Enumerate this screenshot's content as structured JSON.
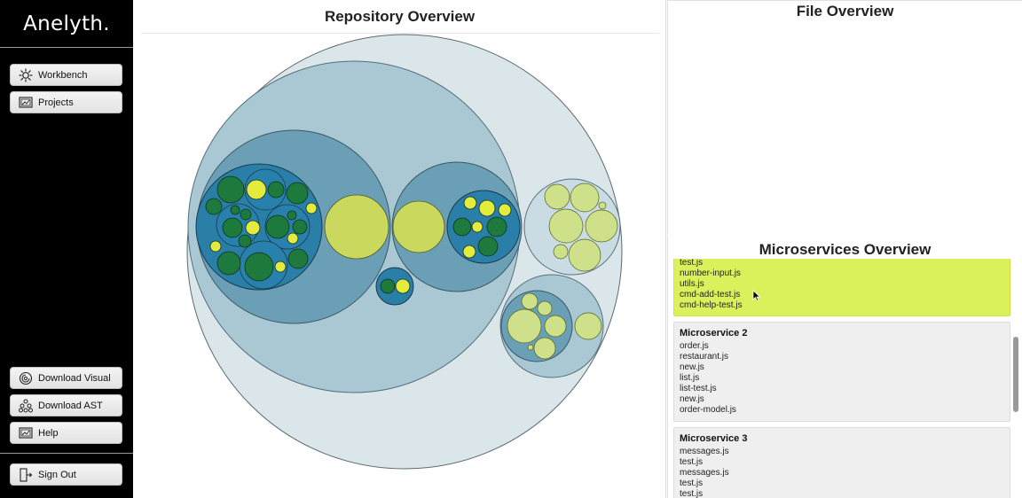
{
  "app": {
    "logo": "Anelyth."
  },
  "sidebar": {
    "top_items": [
      {
        "label": "Workbench",
        "icon": "workbench-icon"
      },
      {
        "label": "Projects",
        "icon": "projects-icon"
      }
    ],
    "bottom_items": [
      {
        "label": "Download Visual",
        "icon": "download-visual-icon"
      },
      {
        "label": "Download AST",
        "icon": "download-ast-icon"
      },
      {
        "label": "Help",
        "icon": "help-icon"
      }
    ],
    "signout": {
      "label": "Sign Out",
      "icon": "sign-out-icon"
    }
  },
  "repository": {
    "title": "Repository Overview"
  },
  "file_overview": {
    "title": "File Overview"
  },
  "microservices": {
    "title": "Microservices Overview",
    "items": [
      {
        "name": "",
        "highlighted": true,
        "files": [
          "test.js",
          "number-input.js",
          "utils.js",
          "cmd-add-test.js",
          "cmd-help-test.js"
        ]
      },
      {
        "name": "Microservice 2",
        "highlighted": false,
        "files": [
          "order.js",
          "restaurant.js",
          "new.js",
          "list.js",
          "list-test.js",
          "new.js",
          "order-model.js"
        ]
      },
      {
        "name": "Microservice 3",
        "highlighted": false,
        "files": [
          "messages.js",
          "test.js",
          "messages.js",
          "test.js",
          "test.js"
        ]
      }
    ]
  },
  "colors": {
    "sidebar_bg": "#000000",
    "highlight": "#dcf05b",
    "bubble_outer": "#dbe6ea",
    "bubble_mid": "#a9c8d4",
    "bubble_dir": "#6a9fb5",
    "bubble_inner": "#2a7fa8",
    "leaf_green": "#1e7a3c",
    "leaf_yellow": "#e3ec3e",
    "leaf_pale": "#cfe08a"
  }
}
